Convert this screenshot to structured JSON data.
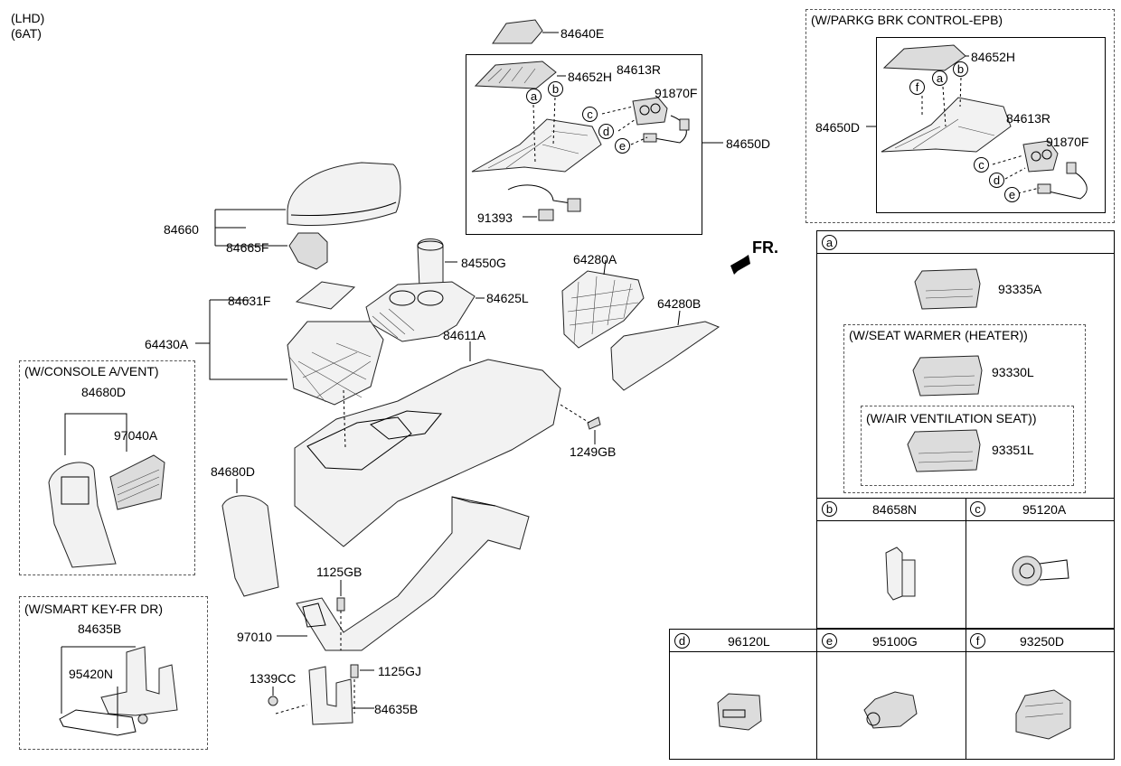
{
  "header": {
    "line1": "(LHD)",
    "line2": "(6AT)"
  },
  "fr_label": "FR.",
  "epb_box": {
    "title": "(W/PARKG BRK CONTROL-EPB)",
    "labels": {
      "p84652H": "84652H",
      "p84650D": "84650D",
      "p84613R": "84613R",
      "p91870F": "91870F"
    }
  },
  "upper_box": {
    "labels": {
      "p84652H": "84652H",
      "p84613R": "84613R",
      "p91870F": "91870F",
      "p84650D": "84650D",
      "p91393": "91393"
    }
  },
  "parts": {
    "p84640E": "84640E",
    "p84660": "84660",
    "p84665F": "84665F",
    "p84550G": "84550G",
    "p84625L": "84625L",
    "p84631F": "84631F",
    "p64430A": "64430A",
    "p84611A": "84611A",
    "p64280A": "64280A",
    "p64280B": "64280B",
    "p1249GB": "1249GB",
    "p84680D": "84680D",
    "p1125GB": "1125GB",
    "p97010": "97010",
    "p1339CC": "1339CC",
    "p1125GJ": "1125GJ",
    "p84635B": "84635B"
  },
  "console_vent_box": {
    "title": "(W/CONSOLE A/VENT)",
    "p84680D": "84680D",
    "p97040A": "97040A"
  },
  "smart_key_box": {
    "title": "(W/SMART KEY-FR DR)",
    "p84635B": "84635B",
    "p95420N": "95420N"
  },
  "legend": {
    "a": {
      "letter": "a",
      "part": "93335A",
      "seat_warmer": {
        "title": "(W/SEAT WARMER (HEATER))",
        "part": "93330L"
      },
      "air_vent": {
        "title": "(W/AIR VENTILATION SEAT))",
        "part": "93351L"
      }
    },
    "b": {
      "letter": "b",
      "part": "84658N"
    },
    "c": {
      "letter": "c",
      "part": "95120A"
    },
    "d": {
      "letter": "d",
      "part": "96120L"
    },
    "e": {
      "letter": "e",
      "part": "95100G"
    },
    "f": {
      "letter": "f",
      "part": "93250D"
    }
  },
  "callouts": {
    "a": "a",
    "b": "b",
    "c": "c",
    "d": "d",
    "e": "e",
    "f": "f"
  }
}
